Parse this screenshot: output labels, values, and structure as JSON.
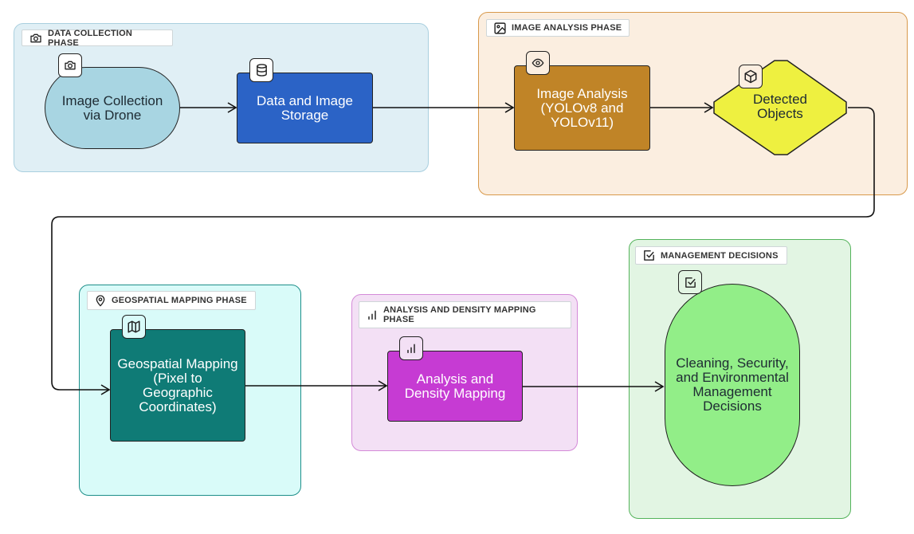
{
  "phases": {
    "data_collection": {
      "label": "DATA COLLECTION PHASE",
      "icon": "camera-icon",
      "color": "#e0eff5"
    },
    "image_analysis": {
      "label": "IMAGE ANALYSIS PHASE",
      "icon": "image-icon",
      "color": "#fbeee0"
    },
    "geospatial_mapping": {
      "label": "GEOSPATIAL MAPPING PHASE",
      "icon": "map-pin-icon",
      "color": "#d9fbf9"
    },
    "density_mapping": {
      "label": "ANALYSIS AND DENSITY MAPPING PHASE",
      "icon": "bar-chart-icon",
      "color": "#f3e0f5"
    },
    "management": {
      "label": "MANAGEMENT DECISIONS",
      "icon": "checkbox-icon",
      "color": "#e2f5e3"
    }
  },
  "nodes": {
    "image_collection": {
      "label": "Image Collection via Drone",
      "icon": "camera-icon",
      "color": "#a8d5e2"
    },
    "data_storage": {
      "label": "Data and Image Storage",
      "icon": "database-icon",
      "color": "#2b63c6"
    },
    "image_analysis": {
      "label": "Image Analysis (YOLOv8 and YOLOv11)",
      "icon": "eye-icon",
      "color": "#c08427"
    },
    "detected_objects": {
      "label": "Detected Objects",
      "icon": "cube-icon",
      "color": "#eef040"
    },
    "geospatial_mapping": {
      "label": "Geospatial Mapping (Pixel to Geographic Coordinates)",
      "icon": "map-icon",
      "color": "#0f7b76"
    },
    "density_mapping": {
      "label": "Analysis and Density Mapping",
      "icon": "bar-chart-icon",
      "color": "#c63bd3"
    },
    "decisions": {
      "label": "Cleaning, Security, and Environmental Management Decisions",
      "icon": "checkbox-icon",
      "color": "#92ee88"
    }
  },
  "edges": [
    {
      "from": "image_collection",
      "to": "data_storage"
    },
    {
      "from": "data_storage",
      "to": "image_analysis"
    },
    {
      "from": "image_analysis",
      "to": "detected_objects"
    },
    {
      "from": "detected_objects",
      "to": "geospatial_mapping"
    },
    {
      "from": "geospatial_mapping",
      "to": "density_mapping"
    },
    {
      "from": "density_mapping",
      "to": "decisions"
    }
  ]
}
